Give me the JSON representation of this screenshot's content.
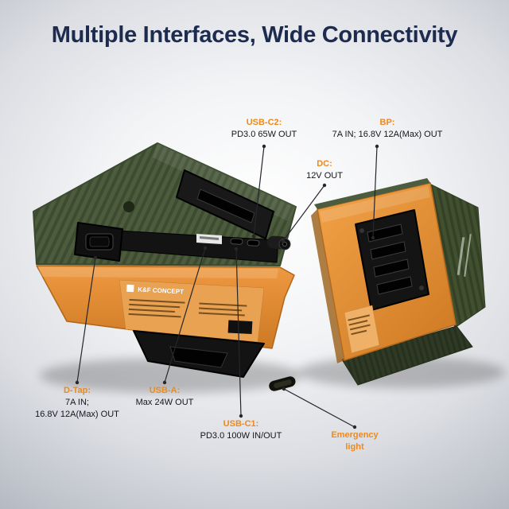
{
  "title": "Multiple Interfaces, Wide Connectivity",
  "callouts": [
    {
      "id": "usb-c2",
      "header": "USB-C2:",
      "lines": [
        "PD3.0 65W OUT"
      ]
    },
    {
      "id": "bp",
      "header": "BP:",
      "lines": [
        "7A IN; 16.8V 12A(Max) OUT"
      ]
    },
    {
      "id": "dc",
      "header": "DC:",
      "lines": [
        "12V OUT"
      ]
    },
    {
      "id": "d-tap",
      "header": "D-Tap:",
      "lines": [
        "7A IN;",
        "16.8V 12A(Max) OUT"
      ]
    },
    {
      "id": "usb-a",
      "header": "USB-A:",
      "lines": [
        "Max 24W OUT"
      ]
    },
    {
      "id": "usb-c1",
      "header": "USB-C1:",
      "lines": [
        "PD3.0 100W IN/OUT"
      ]
    },
    {
      "id": "emergency-light",
      "header": "Emergency",
      "lines": [
        "light"
      ]
    }
  ],
  "product": {
    "brand": "K&F CONCEPT"
  },
  "colors": {
    "title_navy": "#1d2c4e",
    "accent_orange": "#ee891c",
    "battery_green": "#4a5a3c",
    "battery_orange": "#e08a2e",
    "callout_line": "#26262b"
  }
}
